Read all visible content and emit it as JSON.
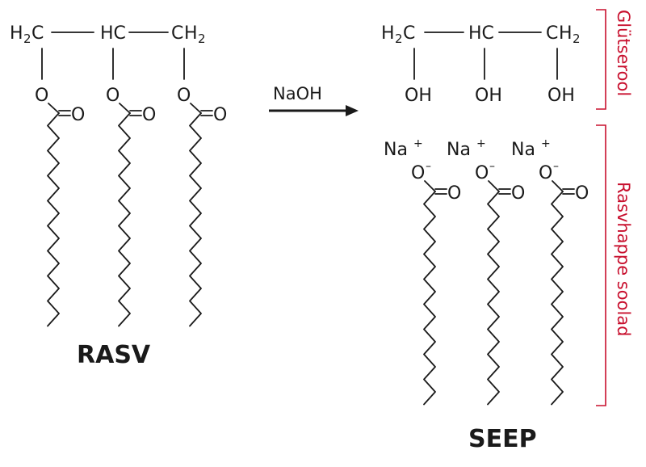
{
  "colors": {
    "ink": "#1a1a1a",
    "bracket": "#c8102e"
  },
  "atoms": {
    "H": "H",
    "C": "C",
    "HC": "HC",
    "two": "2",
    "O": "O",
    "OH": "OH",
    "Na": "Na",
    "plus": "+",
    "minus": "–"
  },
  "reaction": {
    "reagent": "NaOH",
    "reactant_label": "RASV",
    "product_label": "SEEP"
  },
  "brackets": {
    "top": "Glütserool",
    "bottom": "Rasvhappe soolad"
  }
}
